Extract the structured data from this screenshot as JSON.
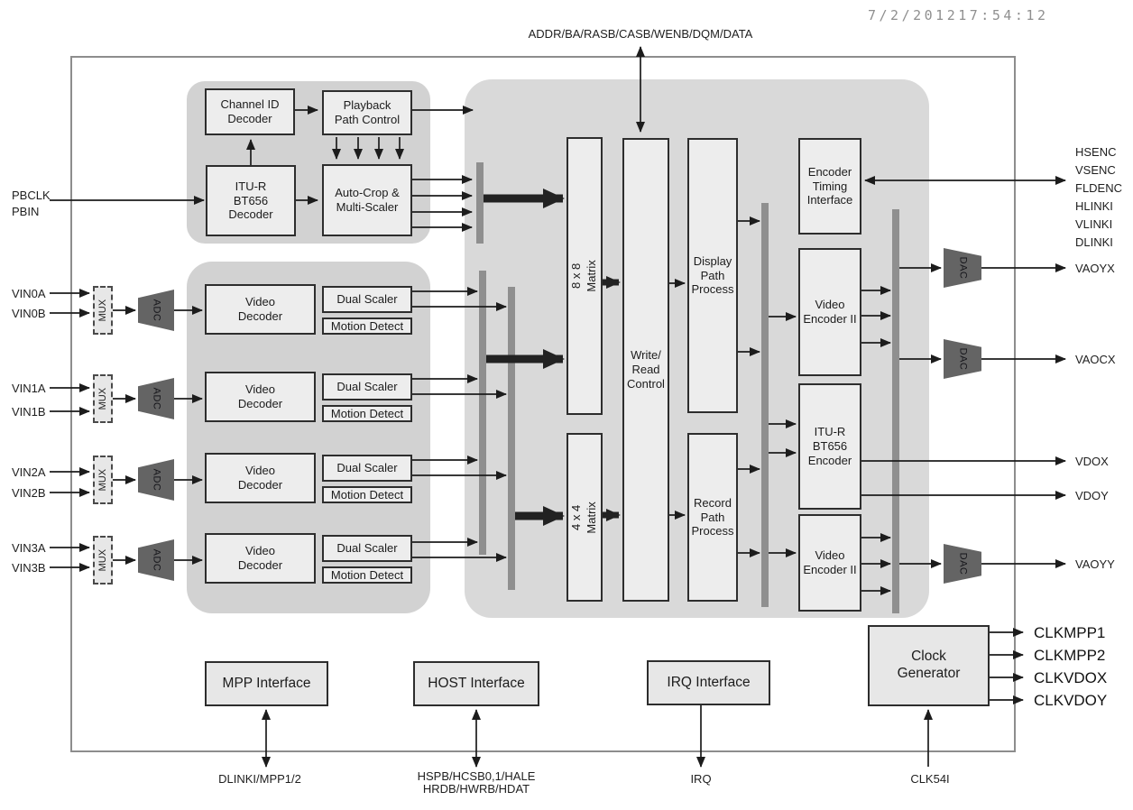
{
  "timestamp": "7/2/201217:54:12",
  "colors": {
    "panel_fill": "#d5d5d5",
    "core_panel_fill": "#d9d9d9",
    "block_fill": "#ededed",
    "bus_bar": "#8f8f8f",
    "line": "#1c1c1c",
    "converter_fill": "#646464"
  },
  "sdram": {
    "bus_label": "ADDR/BA/RASB/CASB/WENB/DQM/DATA"
  },
  "playback": {
    "inputs": [
      "PBCLK",
      "PBIN"
    ],
    "channel_id_decoder": [
      "Channel ID",
      "Decoder"
    ],
    "playback_path_control": [
      "Playback",
      "Path Control"
    ],
    "itur_bt656_decoder": [
      "ITU-R",
      "BT656",
      "Decoder"
    ],
    "auto_crop_multi_scaler": [
      "Auto-Crop &",
      "Multi-Scaler"
    ]
  },
  "video_inputs": {
    "mux_label": "MUX",
    "adc_label": "ADC",
    "video_decoder": [
      "Video",
      "Decoder"
    ],
    "dual_scaler": "Dual Scaler",
    "motion_detect": "Motion Detect",
    "rows": [
      {
        "input_a": "VIN0A",
        "input_b": "VIN0B"
      },
      {
        "input_a": "VIN1A",
        "input_b": "VIN1B"
      },
      {
        "input_a": "VIN2A",
        "input_b": "VIN2B"
      },
      {
        "input_a": "VIN3A",
        "input_b": "VIN3B"
      }
    ]
  },
  "core": {
    "matrix_8x8": [
      "8 x 8",
      "Matrix"
    ],
    "matrix_4x4": [
      "4 x 4",
      "Matrix"
    ],
    "write_read_control": [
      "Write/",
      "Read",
      "Control"
    ],
    "display_path_process": [
      "Display",
      "Path",
      "Process"
    ],
    "record_path_process": [
      "Record",
      "Path",
      "Process"
    ]
  },
  "encoders": {
    "encoder_timing_interface": [
      "Encoder",
      "Timing",
      "Interface"
    ],
    "video_encoder_2_top": [
      "Video",
      "Encoder II"
    ],
    "itur_bt656_encoder": [
      "ITU-R",
      "BT656",
      "Encoder"
    ],
    "video_encoder_2_bottom": [
      "Video",
      "Encoder II"
    ],
    "dac_label": "DAC"
  },
  "right_pins": {
    "timing_signals": [
      "HSENC",
      "VSENC",
      "FLDENC",
      "HLINKI",
      "VLINKI",
      "DLINKI"
    ],
    "vaoyx": "VAOYX",
    "vaocx": "VAOCX",
    "vdox": "VDOX",
    "vdoy": "VDOY",
    "vaoyy": "VAOYY",
    "clocks": [
      "CLKMPP1",
      "CLKMPP2",
      "CLKVDOX",
      "CLKVDOY"
    ]
  },
  "bottom": {
    "mpp_interface": "MPP Interface",
    "host_interface": "HOST Interface",
    "irq_interface": "IRQ Interface",
    "clock_generator": [
      "Clock",
      "Generator"
    ],
    "mpp_pins": "DLINKI/MPP1/2",
    "host_pins_line1": "HSPB/HCSB0,1/HALE",
    "host_pins_line2": "HRDB/HWRB/HDAT",
    "irq_pin": "IRQ",
    "clk_pin": "CLK54I"
  }
}
